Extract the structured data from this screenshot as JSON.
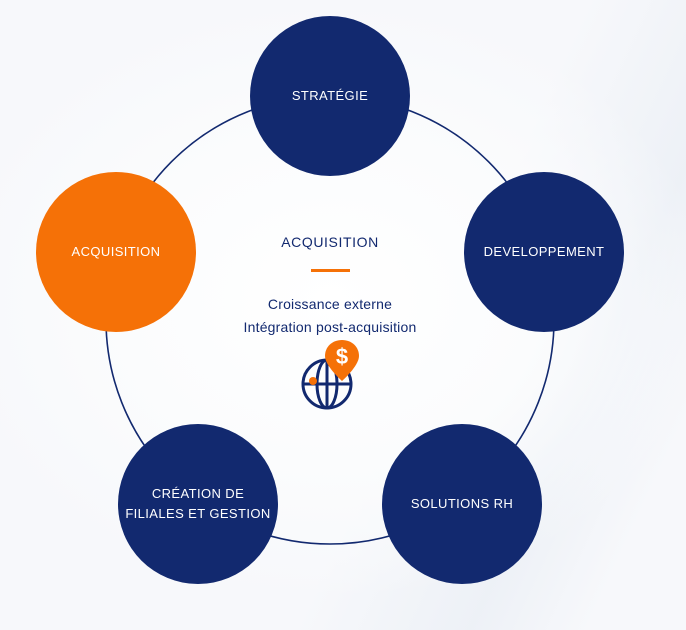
{
  "nodes": {
    "strategie": "STRATÉGIE",
    "developpement": "DEVELOPPEMENT",
    "solutions_rh": "SOLUTIONS RH",
    "creation": "CRÉATION DE FILIALES ET GESTION",
    "acquisition": "ACQUISITION"
  },
  "active_node": "acquisition",
  "center": {
    "title": "ACQUISITION",
    "lines": [
      "Croissance externe",
      "Intégration post-acquisition"
    ],
    "icon": "globe-dollar-pin-icon"
  },
  "colors": {
    "navy": "#12296f",
    "orange": "#f57107"
  }
}
